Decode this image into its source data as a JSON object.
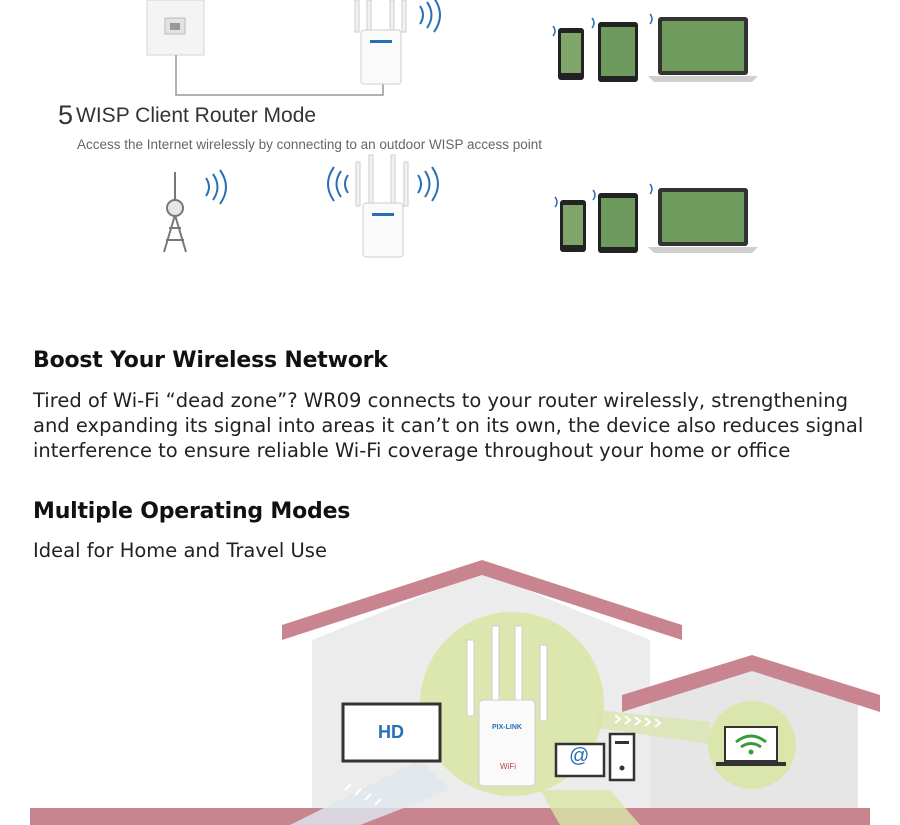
{
  "mode5": {
    "number": "5",
    "title": "WISP Client Router Mode",
    "description": "Access the Internet wirelessly by connecting to an outdoor WISP access point"
  },
  "boost": {
    "heading": "Boost Your Wireless Network",
    "body": "Tired of Wi-Fi “dead zone”? WR09 connects to your router wirelessly, strengthening and expanding its signal into areas it can’t on its own, the device also reduces signal interference to ensure reliable Wi-Fi coverage throughout your home or office"
  },
  "modes": {
    "heading": "Multiple Operating Modes",
    "subheading": "Ideal for Home and Travel Use"
  },
  "illustration": {
    "tv_label": "HD",
    "repeater_brand": "PIX-LINK",
    "repeater_wifi_label": "WiFi",
    "computer_label": "@"
  },
  "colors": {
    "roof": "#c9858f",
    "wall": "#ececec",
    "signal": "#d9e6a6",
    "brand_blue": "#2a6fb5"
  }
}
